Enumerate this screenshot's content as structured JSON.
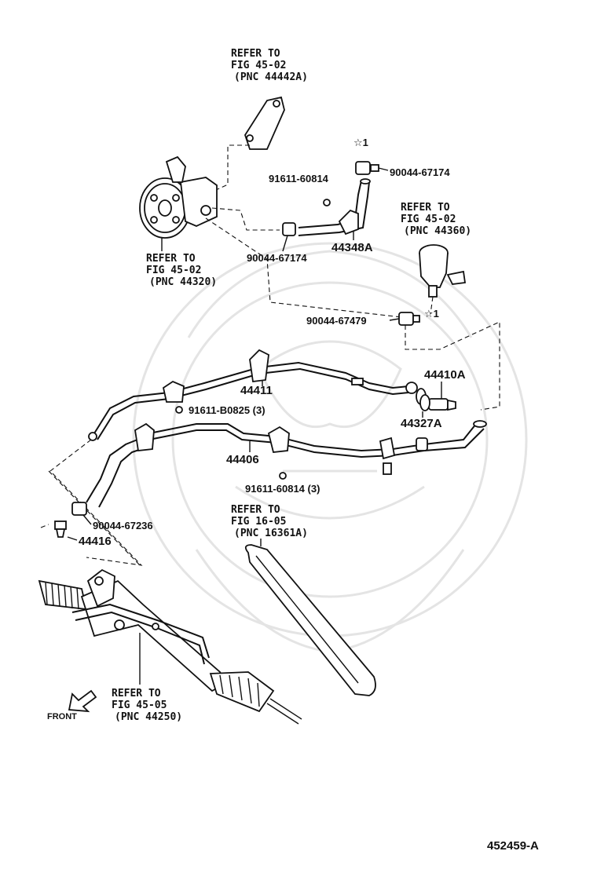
{
  "refs": {
    "ref_top": [
      "REFER TO",
      "FIG 45-02",
      "(PNC 44442A)"
    ],
    "ref_pump": [
      "REFER TO",
      "FIG 45-02",
      "(PNC 44320)"
    ],
    "ref_reservoir": [
      "REFER TO",
      "FIG 45-02",
      "(PNC 44360)"
    ],
    "ref_belt": [
      "REFER TO",
      "FIG 16-05",
      "(PNC 16361A)"
    ],
    "ref_rack": [
      "REFER TO",
      "FIG 45-05",
      "(PNC 44250)"
    ]
  },
  "parts": {
    "p_91611_60814_top": "91611-60814",
    "p_90044_67174_right": "90044-67174",
    "star1_top": "☆1",
    "p_44348A": "44348A",
    "p_90044_67174_left": "90044-67174",
    "p_90044_67479": "90044-67479",
    "star1_mid": "☆1",
    "p_44410A": "44410A",
    "p_44411": "44411",
    "p_91611_B0825": "91611-B0825 (3)",
    "p_44327A": "44327A",
    "p_44406": "44406",
    "p_91611_60814_3": "91611-60814 (3)",
    "p_90044_67236": "90044-67236",
    "p_44416": "44416"
  },
  "front_label": "FRONT",
  "figure_id": "452459-A"
}
